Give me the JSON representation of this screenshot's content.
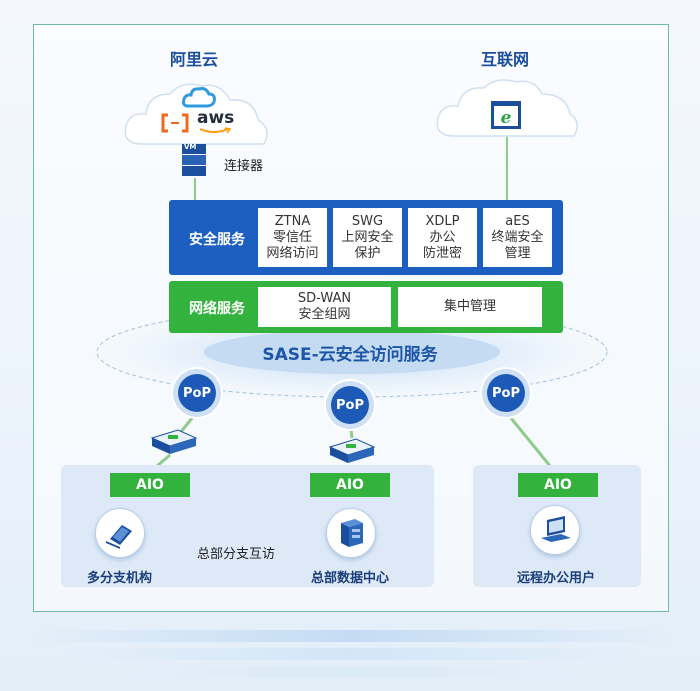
{
  "top": {
    "aliyun_title": "阿里云",
    "internet_title": "互联网",
    "aws_text": "aws",
    "vm_text": "VM",
    "connector_label": "连接器"
  },
  "security": {
    "title": "安全服务",
    "cells": [
      {
        "line1": "ZTNA",
        "line2": "零信任",
        "line3": "网络访问"
      },
      {
        "line1": "SWG",
        "line2": "上网安全",
        "line3": "保护"
      },
      {
        "line1": "XDLP",
        "line2": "办公",
        "line3": "防泄密"
      },
      {
        "line1": "aES",
        "line2": "终端安全",
        "line3": "管理"
      }
    ]
  },
  "network": {
    "title": "网络服务",
    "cells": [
      {
        "line1": "SD-WAN",
        "line2": "安全组网"
      },
      {
        "line1": "集中管理"
      }
    ]
  },
  "sase_label": "SASE-云安全访问服务",
  "pop_label": "PoP",
  "aio_label": "AIO",
  "sites": {
    "branch": "多分支机构",
    "hq": "总部数据中心",
    "remote": "远程办公用户",
    "interconnect": "总部分支互访"
  },
  "colors": {
    "blue": "#1c5fc0",
    "green": "#34b23e",
    "dark_blue": "#1b4f9c"
  }
}
